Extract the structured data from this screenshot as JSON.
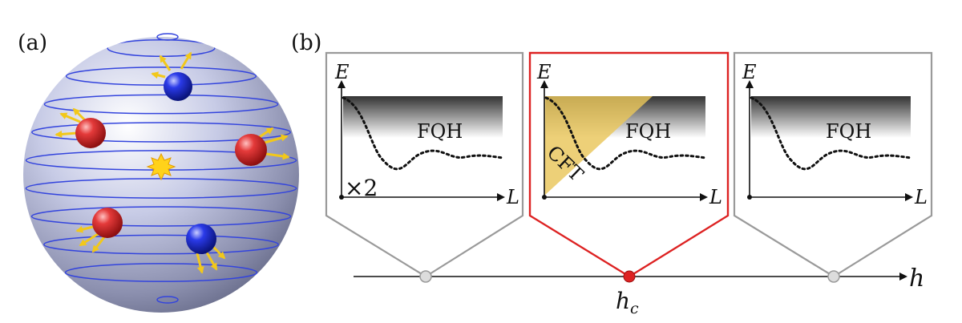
{
  "panel_a": {
    "label": "(a)"
  },
  "panel_b": {
    "label": "(b)",
    "box_left": {
      "energy_axis": "E",
      "length_axis": "L",
      "band_label": "FQH",
      "multiplier": "×2"
    },
    "box_middle": {
      "energy_axis": "E",
      "length_axis": "L",
      "band_label": "FQH",
      "wedge_label": "CFT"
    },
    "box_right": {
      "energy_axis": "E",
      "length_axis": "L",
      "band_label": "FQH"
    },
    "field_axis": {
      "label": "h",
      "critical_label": "h",
      "critical_subscript": "c"
    }
  },
  "colors": {
    "sphere_line": "#3344dd",
    "spin_up": "#1d2fd8",
    "spin_down": "#d82020",
    "arrow": "#f2c81a",
    "critical_frame": "#dd2222",
    "side_frame": "#9a9a9a",
    "cft_wedge": "#e9c65a"
  },
  "icons": [
    "sphere",
    "flux-burst-icon",
    "electron-spin-icon",
    "critical-point-marker"
  ]
}
